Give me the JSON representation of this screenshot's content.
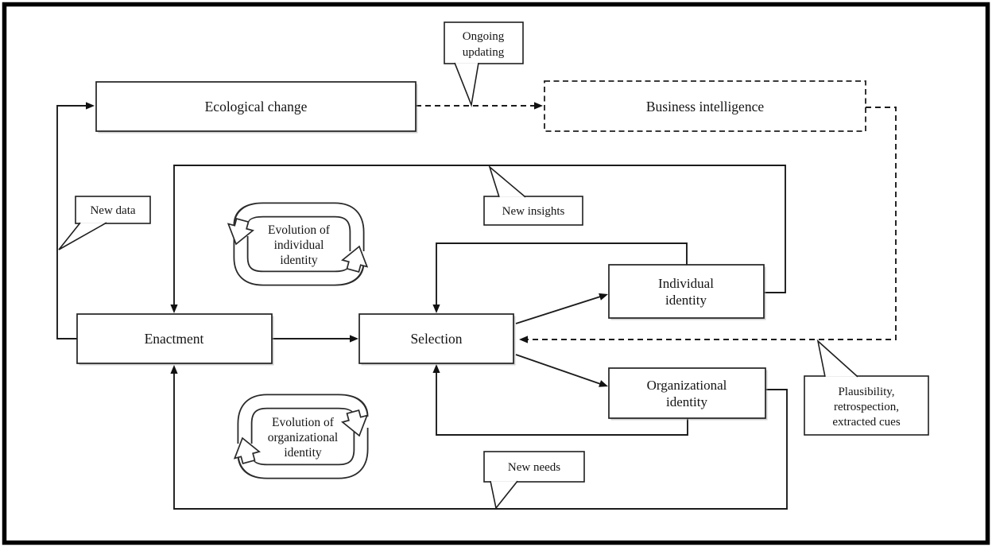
{
  "figure": {
    "nodes": {
      "ecological_change": {
        "label": "Ecological change"
      },
      "business_intelligence": {
        "label": "Business intelligence"
      },
      "enactment": {
        "label": "Enactment"
      },
      "selection": {
        "label": "Selection"
      },
      "individual_identity": {
        "line1": "Individual",
        "line2": "identity"
      },
      "organizational_identity": {
        "line1": "Organizational",
        "line2": "identity"
      }
    },
    "loops": {
      "individual_evolution": {
        "line1": "Evolution of",
        "line2": "individual",
        "line3": "identity"
      },
      "organizational_evolution": {
        "line1": "Evolution of",
        "line2": "organizational",
        "line3": "identity"
      }
    },
    "callouts": {
      "ongoing_updating": {
        "line1": "Ongoing",
        "line2": "updating"
      },
      "new_data": {
        "label": "New data"
      },
      "new_insights": {
        "label": "New insights"
      },
      "new_needs": {
        "label": "New needs"
      },
      "plausibility": {
        "line1": "Plausibility,",
        "line2": "retrospection,",
        "line3": "extracted cues"
      }
    },
    "colors": {
      "line": "#1c1c1c",
      "border": "#222222",
      "background": "#ffffff"
    }
  }
}
